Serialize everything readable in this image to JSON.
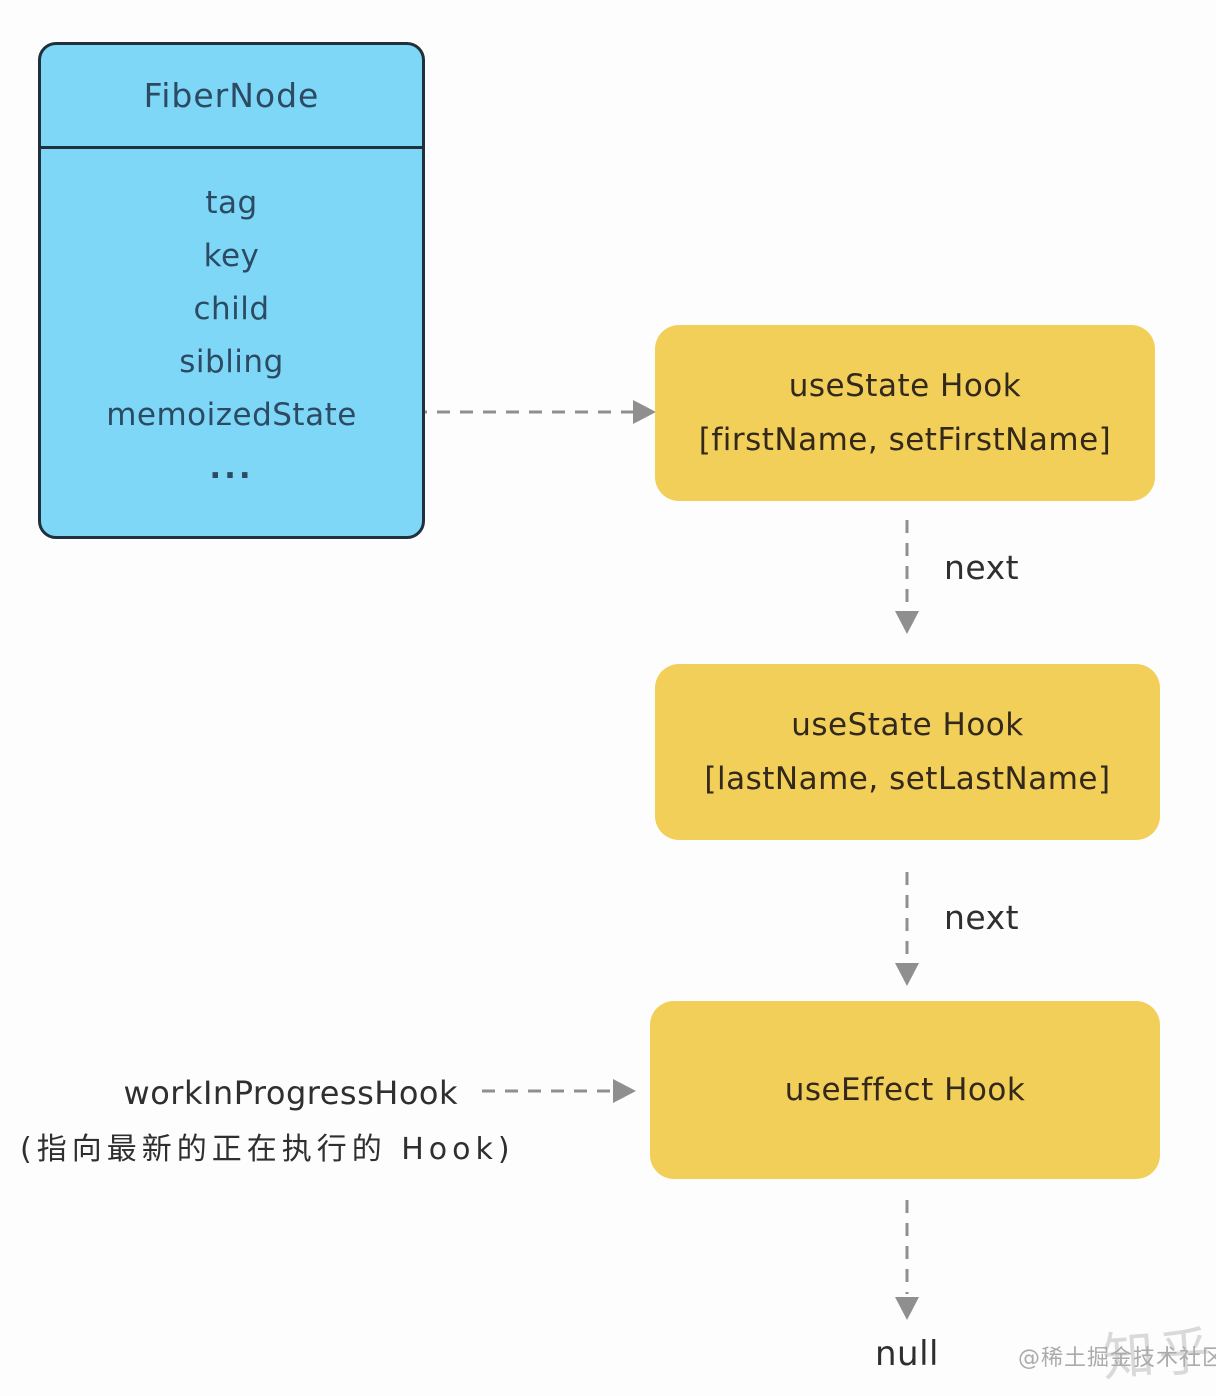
{
  "colors": {
    "bg": "#fdfdfd",
    "fiber_fill": "#7ed7f7",
    "fiber_border": "#20303c",
    "fiber_text": "#2c4b63",
    "hook_fill": "#f2cf58",
    "hook_text": "#32281c",
    "arrow": "#8f8f8f",
    "label_text": "#2f2f2f",
    "watermark": "#ababab"
  },
  "fiber_node": {
    "title": "FiberNode",
    "fields": [
      "tag",
      "key",
      "child",
      "sibling",
      "memoizedState",
      "..."
    ]
  },
  "hooks": [
    {
      "title": "useState Hook",
      "subtitle": "[firstName, setFirstName]"
    },
    {
      "title": "useState Hook",
      "subtitle": "[lastName, setLastName]"
    },
    {
      "title": "useEffect Hook"
    }
  ],
  "edges": {
    "next_label_1": "next",
    "next_label_2": "next",
    "terminal": "null"
  },
  "pointer": {
    "label": "workInProgressHook",
    "note": "(指向最新的正在执行的 Hook)"
  },
  "watermarks": {
    "community": "@稀土掘金技术社区",
    "site": "知乎"
  }
}
